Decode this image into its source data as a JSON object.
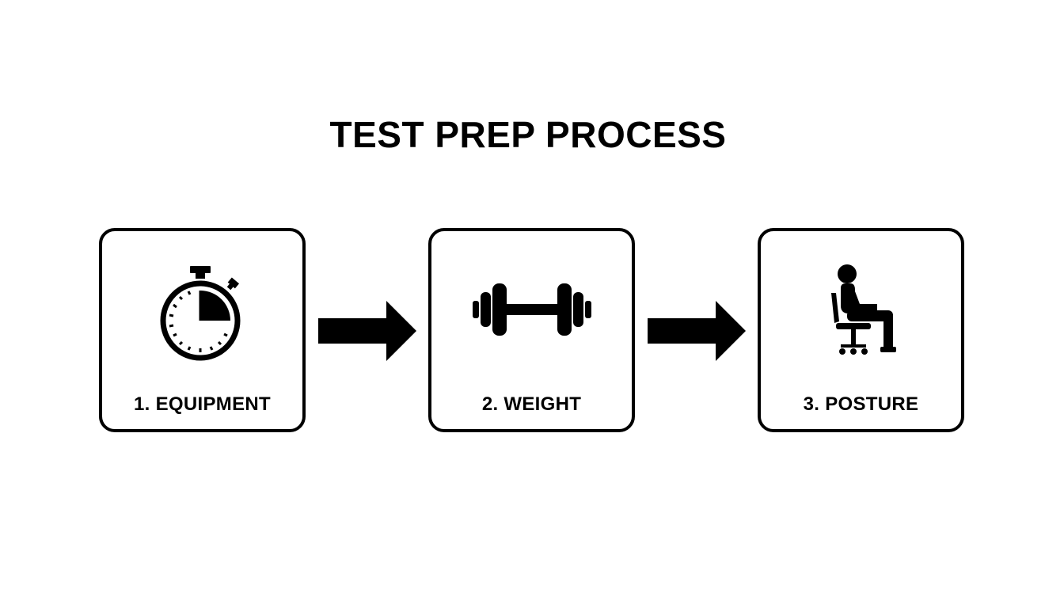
{
  "diagram": {
    "title": "TEST PREP PROCESS",
    "steps": [
      {
        "label": "1. EQUIPMENT",
        "icon": "stopwatch-icon"
      },
      {
        "label": "2. WEIGHT",
        "icon": "dumbbell-icon"
      },
      {
        "label": "3. POSTURE",
        "icon": "seated-person-icon"
      }
    ],
    "connectors": [
      "arrow-right",
      "arrow-right"
    ],
    "colors": {
      "foreground": "#000000",
      "background": "#ffffff"
    }
  }
}
